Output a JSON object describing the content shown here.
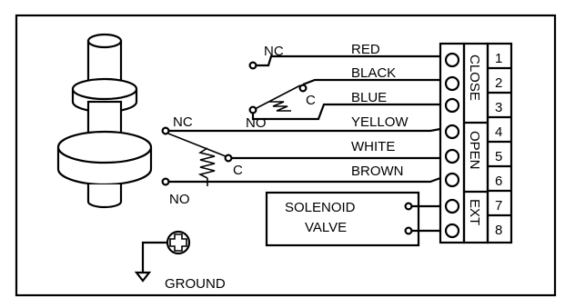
{
  "switch_labels": {
    "upper_nc": "NC",
    "upper_c": "C",
    "upper_no": "NO",
    "lower_nc": "NC",
    "lower_c": "C",
    "lower_no": "NO"
  },
  "wires": [
    {
      "label": "RED"
    },
    {
      "label": "BLACK"
    },
    {
      "label": "BLUE"
    },
    {
      "label": "YELLOW"
    },
    {
      "label": "WHITE"
    },
    {
      "label": "BROWN"
    }
  ],
  "terminal_numbers": [
    "1",
    "2",
    "3",
    "4",
    "5",
    "6",
    "7",
    "8"
  ],
  "group_labels": {
    "close": "CLOSE",
    "open": "OPEN",
    "ext": "EXT"
  },
  "solenoid": {
    "line1": "SOLENOID",
    "line2": "VALVE"
  },
  "ground_label": "GROUND",
  "icons": [
    "limit-switch-shaft-icon",
    "ground-symbol-icon",
    "ground-screw-icon"
  ]
}
